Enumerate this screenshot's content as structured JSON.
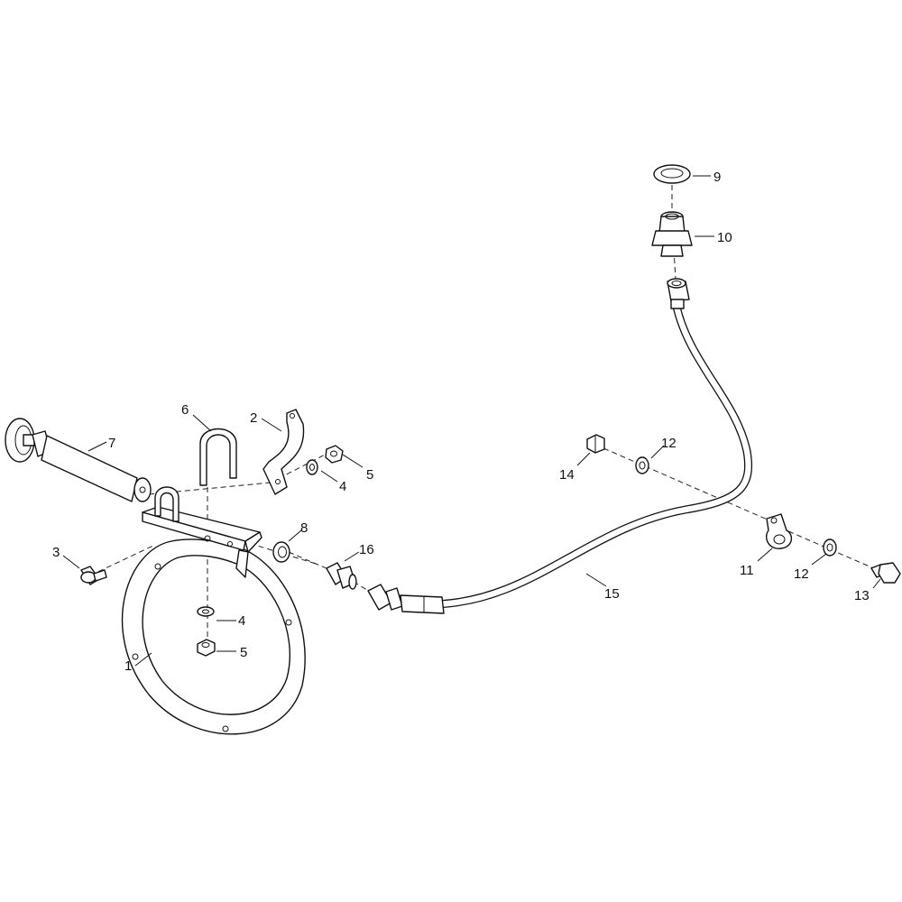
{
  "callouts": [
    {
      "id": "c1",
      "text": "1"
    },
    {
      "id": "c2",
      "text": "2"
    },
    {
      "id": "c3",
      "text": "3"
    },
    {
      "id": "c4a",
      "text": "4"
    },
    {
      "id": "c4b",
      "text": "4"
    },
    {
      "id": "c5a",
      "text": "5"
    },
    {
      "id": "c5b",
      "text": "5"
    },
    {
      "id": "c6",
      "text": "6"
    },
    {
      "id": "c7",
      "text": "7"
    },
    {
      "id": "c8",
      "text": "8"
    },
    {
      "id": "c9",
      "text": "9"
    },
    {
      "id": "c10",
      "text": "10"
    },
    {
      "id": "c11",
      "text": "11"
    },
    {
      "id": "c12a",
      "text": "12"
    },
    {
      "id": "c12b",
      "text": "12"
    },
    {
      "id": "c13",
      "text": "13"
    },
    {
      "id": "c14",
      "text": "14"
    },
    {
      "id": "c15",
      "text": "15"
    },
    {
      "id": "c16",
      "text": "16"
    }
  ]
}
